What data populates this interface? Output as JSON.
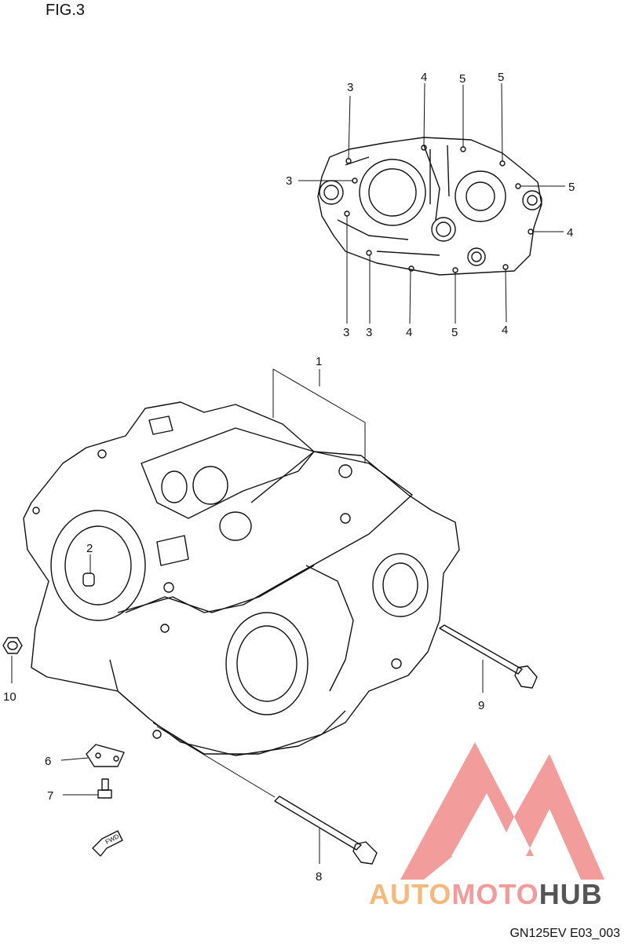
{
  "figure": {
    "title": "FIG.3",
    "code": "GN125EV E03_003"
  },
  "callouts": {
    "c1": "1",
    "c2": "2",
    "c3a": "3",
    "c3b": "3",
    "c3c": "3",
    "c3d": "3",
    "c4a": "4",
    "c4b": "4",
    "c4c": "4",
    "c4d": "4",
    "c5a": "5",
    "c5b": "5",
    "c5c": "5",
    "c5d": "5",
    "c6": "6",
    "c7": "7",
    "c8": "8",
    "c9": "9",
    "c10": "10"
  },
  "fwd_label": "FWD",
  "watermark": {
    "part1": "AUTO",
    "part2": "MOTO",
    "part3": "HUB",
    "color": "#f28b8b"
  }
}
